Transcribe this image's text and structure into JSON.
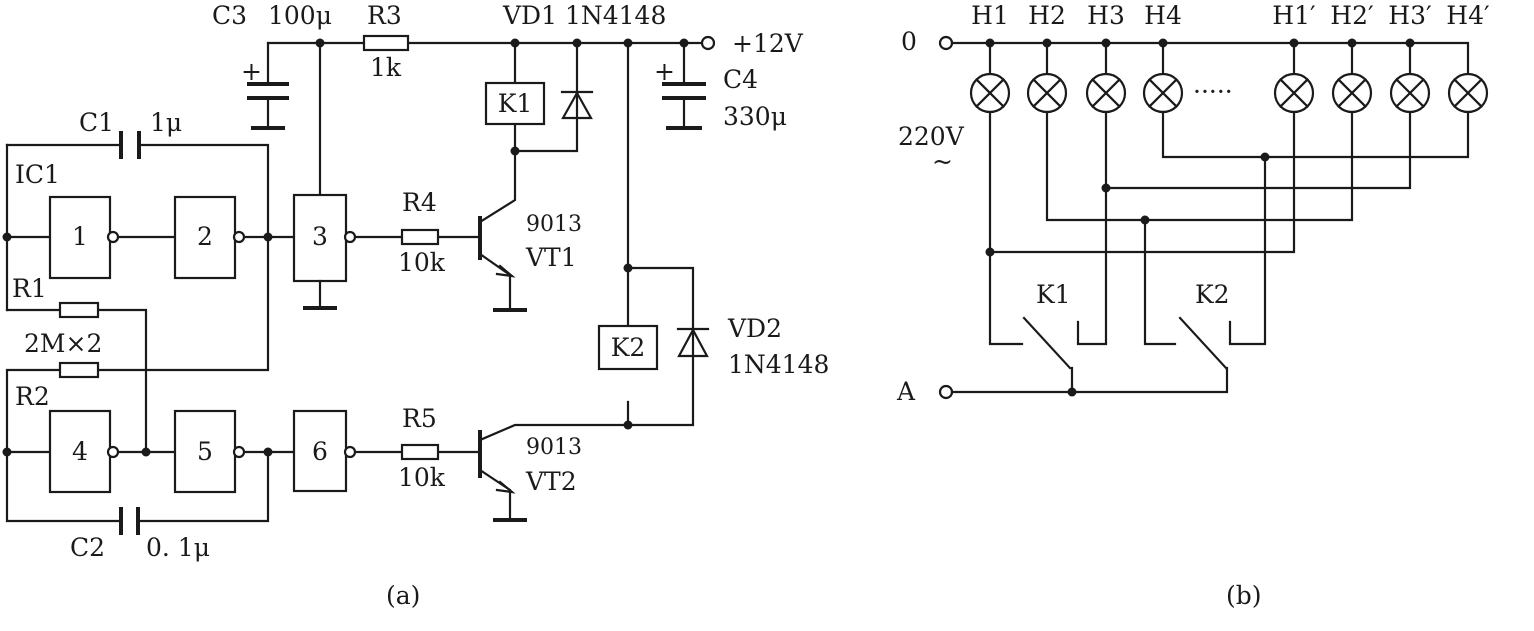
{
  "diagram_a": {
    "caption": "(a)",
    "ic": "IC1",
    "gates": [
      "1",
      "2",
      "3",
      "4",
      "5",
      "6"
    ],
    "c1": {
      "name": "C1",
      "value": "1μ"
    },
    "c2": {
      "name": "C2",
      "value": "0. 1μ"
    },
    "c3": {
      "name": "C3",
      "value": "100μ"
    },
    "c4": {
      "name": "C4",
      "value": "330μ"
    },
    "r1": "R1",
    "r1r2_value": "2M×2",
    "r2": "R2",
    "r3": {
      "name": "R3",
      "value": "1k"
    },
    "r4": {
      "name": "R4",
      "value": "10k"
    },
    "r5": {
      "name": "R5",
      "value": "10k"
    },
    "vt1": {
      "type": "9013",
      "name": "VT1"
    },
    "vt2": {
      "type": "9013",
      "name": "VT2"
    },
    "vd1": "VD1 1N4148",
    "vd2": {
      "name": "VD2",
      "type": "1N4148"
    },
    "k1": "K1",
    "k2": "K2",
    "supply": "+12V",
    "plus": "+"
  },
  "diagram_b": {
    "caption": "(b)",
    "terminal_0": "0",
    "terminal_a": "A",
    "voltage": "220V",
    "ac_symbol": "~",
    "lamps": [
      "H1",
      "H2",
      "H3",
      "H4",
      "H1′",
      "H2′",
      "H3′",
      "H4′"
    ],
    "ellipsis": "·····",
    "k1": "K1",
    "k2": "K2"
  }
}
